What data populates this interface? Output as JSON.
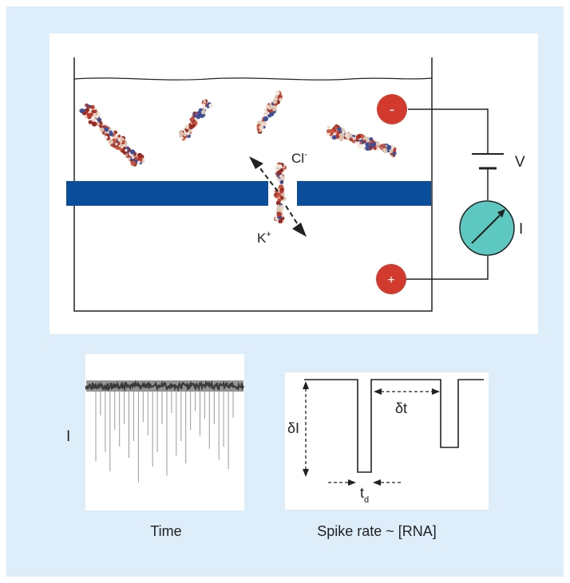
{
  "top_panel": {
    "label_v": "V",
    "label_i": "I",
    "electrode_negative": "-",
    "electrode_positive": "+",
    "ion_cl": "Cl",
    "ion_cl_sup": "-",
    "ion_k": "K",
    "ion_k_sup": "+"
  },
  "trace_panel": {
    "ylabel": "I",
    "xlabel": "Time",
    "spike_depths": [
      0.63,
      0.22,
      0.55,
      0.72,
      0.35,
      0.5,
      0.3,
      0.6,
      0.45,
      0.82,
      0.28,
      0.4,
      0.68,
      0.55,
      0.3,
      0.76,
      0.2,
      0.58,
      0.45,
      0.65,
      0.35,
      0.18,
      0.4,
      0.25,
      0.52,
      0.3,
      0.62,
      0.5,
      0.7,
      0.24
    ]
  },
  "schematic_panel": {
    "xlabel": "Spike rate ~ [RNA]",
    "delta_i": "δI",
    "delta_t": "δt",
    "t_d": "t",
    "t_d_sub": "d"
  },
  "colors": {
    "background": "#ddeefa",
    "panel": "#ffffff",
    "membrane": "#0a4e9b",
    "electrode": "#d23a2e",
    "ammeter": "#5cc8c0",
    "line": "#222222",
    "trace": "#3a3a3a",
    "spike": "#999999"
  }
}
